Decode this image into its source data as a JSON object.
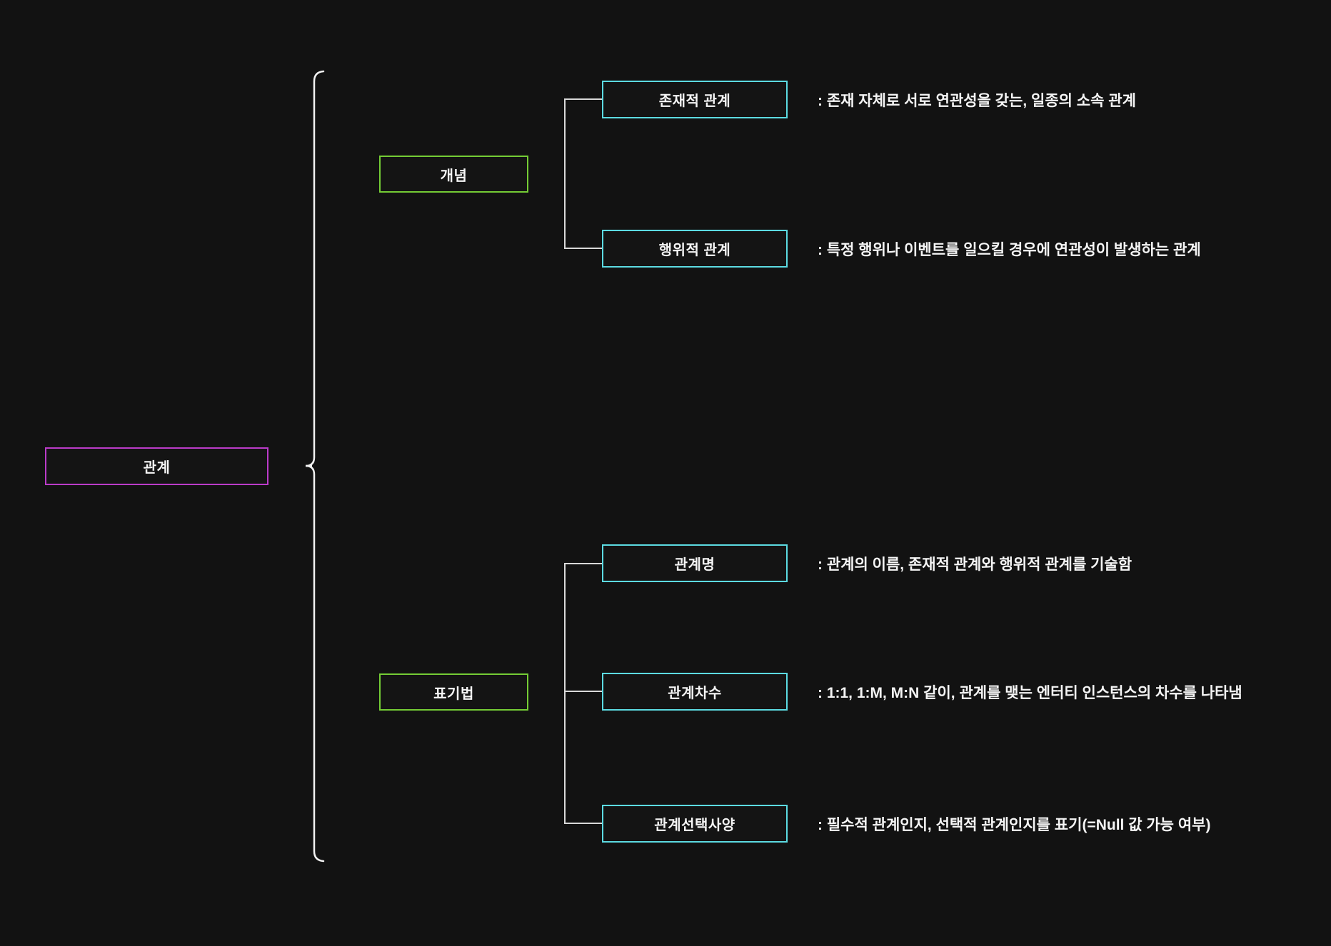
{
  "diagram": {
    "title_hint": "mindmap of database relationship concepts",
    "root": {
      "label": "관계"
    },
    "branches": [
      {
        "label": "개념",
        "children": [
          {
            "label": "존재적 관계",
            "desc": ": 존재 자체로 서로 연관성을 갖는, 일종의 소속 관계"
          },
          {
            "label": "행위적 관계",
            "desc": ": 특정 행위나 이벤트를 일으킬 경우에 연관성이 발생하는 관계"
          }
        ]
      },
      {
        "label": "표기법",
        "children": [
          {
            "label": "관계명",
            "desc": ": 관계의 이름, 존재적 관계와 행위적 관계를 기술함"
          },
          {
            "label": "관계차수",
            "desc": ": 1:1, 1:M, M:N 같이, 관계를 맺는 엔터티 인스턴스의 차수를 나타냄"
          },
          {
            "label": "관계선택사양",
            "desc": ": 필수적 관계인지, 선택적 관계인지를 표기(=Null 값 가능 여부)"
          }
        ]
      }
    ],
    "colors": {
      "background": "#121212",
      "root_border": "#bb3bc9",
      "branch_border": "#74cc35",
      "leaf_border": "#5cdbe2",
      "connector_line": "#d9d9d9",
      "brace_line": "#f2f2f2",
      "text": "#f5f5f5"
    }
  }
}
